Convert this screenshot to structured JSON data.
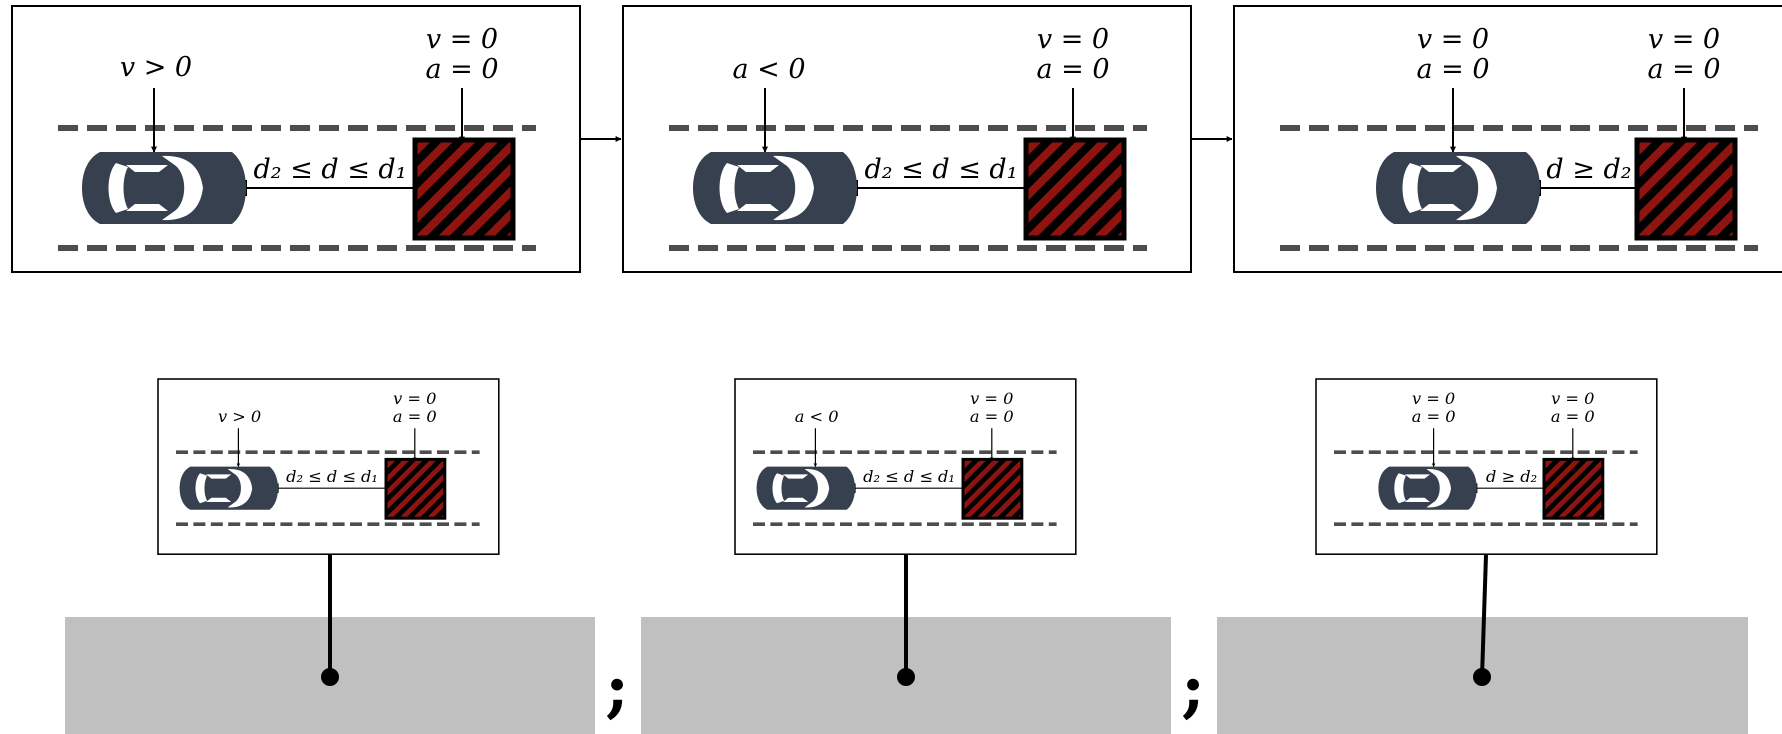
{
  "colors": {
    "car_body": "#37404f",
    "car_window": "#ffffff",
    "obstacle_fill": "#000000",
    "obstacle_stripe": "#8f1410",
    "lane_dash": "#4d4d4d",
    "band": "#c0c0c0"
  },
  "icons": [
    "car-icon",
    "obstacle-icon"
  ],
  "panels": [
    {
      "car_label": [
        "v > 0"
      ],
      "obstacle_label": [
        "v = 0",
        "a = 0"
      ],
      "distance_label": "d₂ ≤ d ≤ d₁"
    },
    {
      "car_label": [
        "a < 0"
      ],
      "obstacle_label": [
        "v = 0",
        "a = 0"
      ],
      "distance_label": "d₂ ≤ d ≤ d₁"
    },
    {
      "car_label": [
        "v = 0",
        "a = 0"
      ],
      "obstacle_label": [
        "v = 0",
        "a = 0"
      ],
      "distance_label": "d ≥ d₂"
    }
  ],
  "separators": [
    ";",
    ";"
  ]
}
